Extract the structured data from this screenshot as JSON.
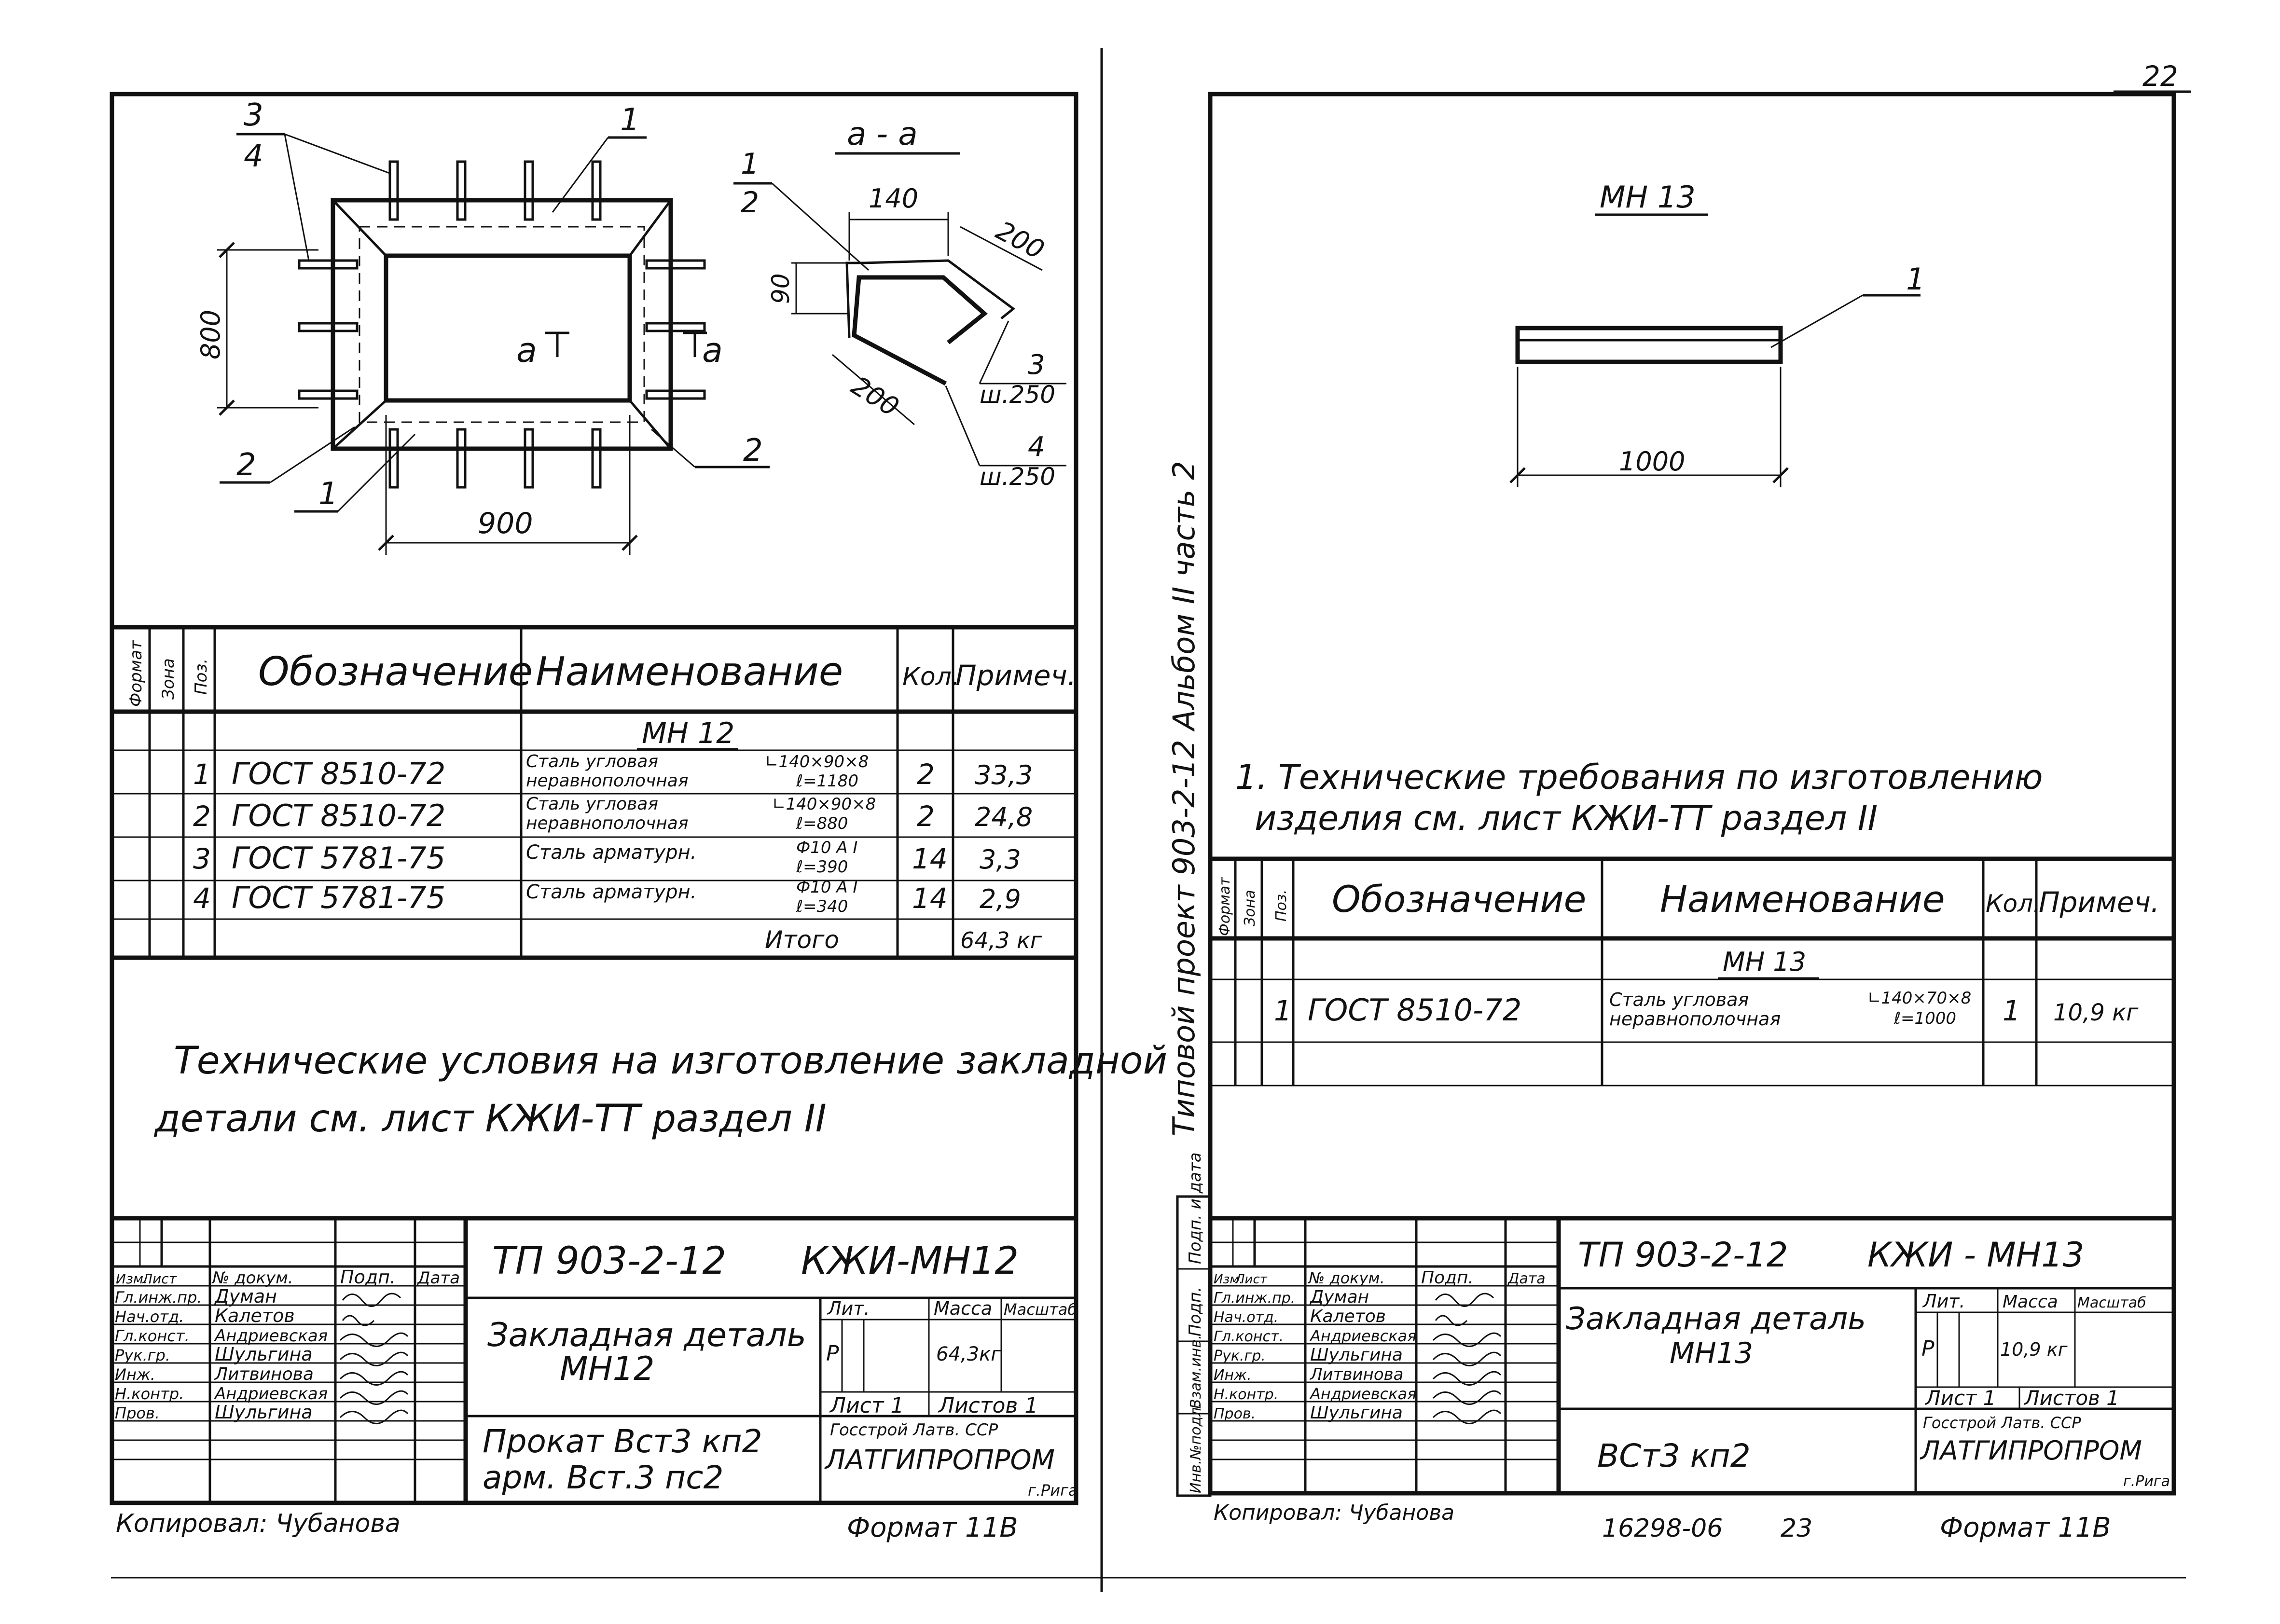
{
  "page_number": "22",
  "side_text": "Типовой проект 903-2-12   Альбом II часть 2",
  "side_stamp": [
    "Инв.№подл.",
    "Подп.",
    "Взам.инв.",
    "Подп. и дата"
  ],
  "left": {
    "section_title": "а - а",
    "plan": {
      "dims": [
        "800",
        "900"
      ],
      "section_mark": "а",
      "leaders": [
        "3",
        "4",
        "1",
        "2",
        "2",
        "1"
      ]
    },
    "section": {
      "dims": [
        "140",
        "200",
        "90",
        "200"
      ],
      "leaders": [
        "1",
        "2",
        "3",
        "ш.250",
        "4",
        "ш.250"
      ]
    },
    "spec": {
      "headers": [
        "Формат",
        "Зона",
        "Поз.",
        "Обозначение",
        "Наименование",
        "Кол.",
        "Примеч."
      ],
      "group": "МН 12",
      "rows": [
        {
          "pos": "1",
          "des": "ГОСТ 8510-72",
          "name1": "Сталь угловая",
          "name2": "неравнополочная",
          "p1": "∟140×90×8",
          "p2": "ℓ=1180",
          "qty": "2",
          "note": "33,3"
        },
        {
          "pos": "2",
          "des": "ГОСТ 8510-72",
          "name1": "Сталь угловая",
          "name2": "неравнополочная",
          "p1": "∟140×90×8",
          "p2": "ℓ=880",
          "qty": "2",
          "note": "24,8"
        },
        {
          "pos": "3",
          "des": "ГОСТ 5781-75",
          "name1": "Сталь арматурн.",
          "name2": "",
          "p1": "Ф10 А I",
          "p2": "ℓ=390",
          "qty": "14",
          "note": "3,3"
        },
        {
          "pos": "4",
          "des": "ГОСТ 5781-75",
          "name1": "Сталь арматурн.",
          "name2": "",
          "p1": "Ф10 А I",
          "p2": "ℓ=340",
          "qty": "14",
          "note": "2,9"
        }
      ],
      "total_label": "Итого",
      "total_value": "64,3 кг"
    },
    "note_line1": "Технические условия на изготовление закладной",
    "note_line2": "детали см. лист КЖИ-ТТ раздел II",
    "title": {
      "code": "ТП 903-2-12",
      "mark": "КЖИ-МН12",
      "name1": "Закладная деталь",
      "name2": "МН12",
      "material1": "Прокат Вст3 кп2",
      "material2": "арм. Вст.3 пс2",
      "lit_header": "Лит.",
      "mass_header": "Масса",
      "scale_header": "Масштаб",
      "lit": "Р",
      "mass": "64,3кг",
      "sheet": "Лист 1",
      "sheets": "Листов 1",
      "org1": "Гоcстрой Латв. ССР",
      "org2": "ЛАТГИПРОПРОМ",
      "city": "г.Рига",
      "col_headers": [
        "Изм.",
        "Лист",
        "№ докум.",
        "Подп.",
        "Дата"
      ],
      "roles": [
        {
          "role": "Гл.инж.пр.",
          "name": "Думан"
        },
        {
          "role": "Нач.отд.",
          "name": "Калетов"
        },
        {
          "role": "Гл.конст.",
          "name": "Андриевская"
        },
        {
          "role": "Рук.гр.",
          "name": "Шульгина"
        },
        {
          "role": "Инж.",
          "name": "Литвинова"
        },
        {
          "role": "Н.контр.",
          "name": "Андриевская"
        },
        {
          "role": "Пров.",
          "name": "Шульгина"
        }
      ]
    },
    "copied": "Копировал: Чубанова",
    "format": "Формат 11В"
  },
  "right": {
    "view_title": "МН 13",
    "leader": "1",
    "dim": "1000",
    "note_line1": "1. Технические требования по изготовлению",
    "note_line2": "изделия см. лист КЖИ-ТТ раздел II",
    "spec": {
      "headers": [
        "Формат",
        "Зона",
        "Поз.",
        "Обозначение",
        "Наименование",
        "Кол.",
        "Примеч."
      ],
      "group": "МН 13",
      "rows": [
        {
          "pos": "1",
          "des": "ГОСТ 8510-72",
          "name1": "Сталь угловая",
          "name2": "неравнополочная",
          "p1": "∟140×70×8",
          "p2": "ℓ=1000",
          "qty": "1",
          "note": "10,9 кг"
        }
      ]
    },
    "title": {
      "code": "ТП 903-2-12",
      "mark": "КЖИ - МН13",
      "name1": "Закладная деталь",
      "name2": "МН13",
      "material": "ВСт3 кп2",
      "lit_header": "Лит.",
      "mass_header": "Масса",
      "scale_header": "Масштаб",
      "lit": "Р",
      "mass": "10,9 кг",
      "sheet": "Лист 1",
      "sheets": "Листов 1",
      "org1": "Госстрой Латв. ССР",
      "org2": "ЛАТГИПРОПРОМ",
      "city": "г.Рига",
      "col_headers": [
        "Изм.",
        "Лист",
        "№ докум.",
        "Подп.",
        "Дата"
      ],
      "roles": [
        {
          "role": "Гл.инж.пр.",
          "name": "Думан"
        },
        {
          "role": "Нач.отд.",
          "name": "Калетов"
        },
        {
          "role": "Гл.конст.",
          "name": "Андриевская"
        },
        {
          "role": "Рук.гр.",
          "name": "Шульгина"
        },
        {
          "role": "Инж.",
          "name": "Литвинова"
        },
        {
          "role": "Н.контр.",
          "name": "Андриевская"
        },
        {
          "role": "Пров.",
          "name": "Шульгина"
        }
      ]
    },
    "copied": "Копировал: Чубанова",
    "archive": "16298-06",
    "archive_page": "23",
    "format": "Формат 11В"
  }
}
